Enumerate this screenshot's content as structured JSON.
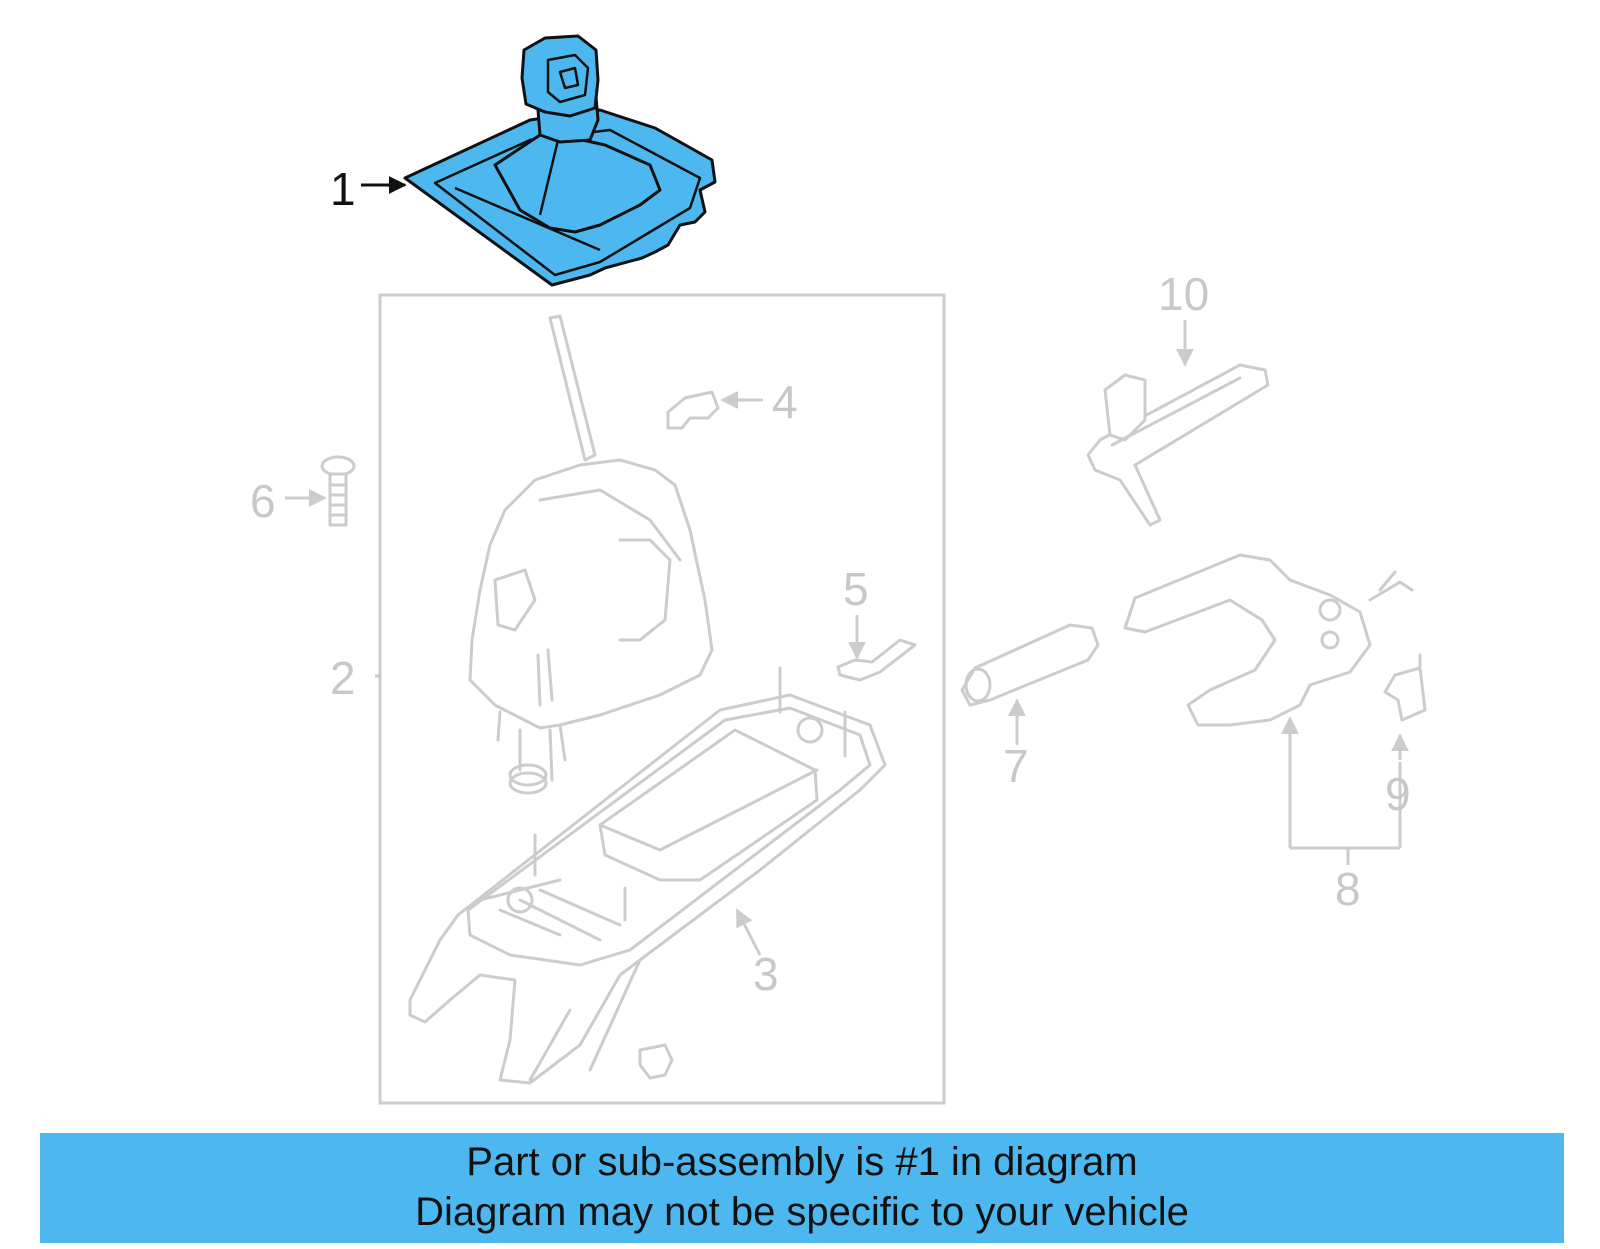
{
  "diagram": {
    "callouts": [
      {
        "id": "1",
        "label": "1"
      },
      {
        "id": "2",
        "label": "2"
      },
      {
        "id": "3",
        "label": "3"
      },
      {
        "id": "4",
        "label": "4"
      },
      {
        "id": "5",
        "label": "5"
      },
      {
        "id": "6",
        "label": "6"
      },
      {
        "id": "7",
        "label": "7"
      },
      {
        "id": "8",
        "label": "8"
      },
      {
        "id": "9",
        "label": "9"
      },
      {
        "id": "10",
        "label": "10"
      }
    ],
    "highlight_color": "#4db8f0",
    "ghost_color": "#cccccc"
  },
  "banner": {
    "line1": "Part or sub-assembly is #1 in diagram",
    "line2": "Diagram may not be specific to your vehicle"
  }
}
